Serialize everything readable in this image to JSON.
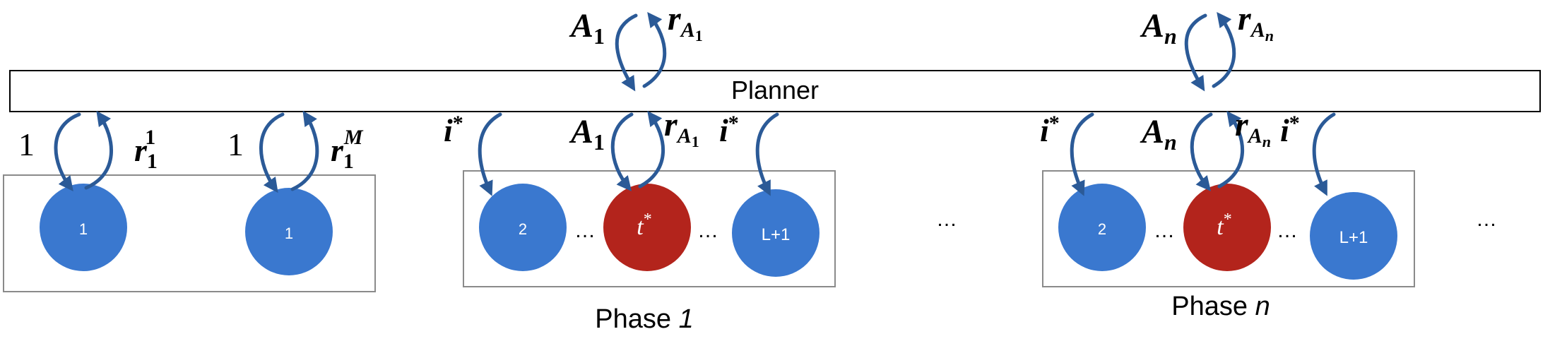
{
  "colors": {
    "node_blue": "#3a78cf",
    "node_red": "#b3241c",
    "arrow": "#2b5a97",
    "box_border": "#8a8a8a",
    "planner_border": "#000000"
  },
  "planner": {
    "label": "Planner"
  },
  "top_labels": {
    "a1": {
      "base": "A",
      "sub": "1",
      "r": "r",
      "r_sub_base": "A",
      "r_sub_sub": "1"
    },
    "an": {
      "base": "A",
      "sub": "n",
      "r": "r",
      "r_sub_base": "A",
      "r_sub_sub": "n"
    }
  },
  "group0": {
    "left_in": "1",
    "left_out_base": "r",
    "left_out_sub": "1",
    "left_out_sup": "1",
    "left_node": "1",
    "right_in": "1",
    "right_out_base": "r",
    "right_out_sub": "1",
    "right_out_sup": "M",
    "right_node": "1"
  },
  "phase1": {
    "in_left": "i",
    "in_left_sup": "*",
    "a_base": "A",
    "a_sub": "1",
    "r_base": "r",
    "r_sub_base": "A",
    "r_sub_sub": "1",
    "in_right": "i",
    "in_right_sup": "*",
    "node_left": "2",
    "node_mid": "t",
    "node_mid_sup": "*",
    "node_right": "L+1",
    "ellipsis_left": "…",
    "ellipsis_right": "…",
    "caption_word": "Phase",
    "caption_index": "1"
  },
  "phasen": {
    "in_left": "i",
    "in_left_sup": "*",
    "a_base": "A",
    "a_sub": "n",
    "r_base": "r",
    "r_sub_base": "A",
    "r_sub_sub": "n",
    "in_right": "i",
    "in_right_sup": "*",
    "node_left": "2",
    "node_mid": "t",
    "node_mid_sup": "*",
    "node_right": "L+1",
    "ellipsis_left": "…",
    "ellipsis_right": "…",
    "caption_word": "Phase",
    "caption_index": "n"
  },
  "between_ellipsis": "…",
  "trailing_ellipsis": "…"
}
